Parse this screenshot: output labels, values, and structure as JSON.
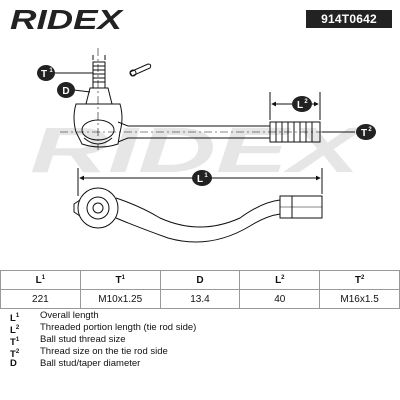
{
  "brand": {
    "name": "RIDEX",
    "color": "#222222"
  },
  "part_number": "914T0642",
  "watermark": "RIDEX",
  "drawing": {
    "callouts": [
      {
        "key": "T1",
        "label": "T",
        "sup": "1"
      },
      {
        "key": "D",
        "label": "D",
        "sup": ""
      },
      {
        "key": "L2",
        "label": "L",
        "sup": "2"
      },
      {
        "key": "T2",
        "label": "T",
        "sup": "2"
      },
      {
        "key": "L1",
        "label": "L",
        "sup": "1"
      }
    ]
  },
  "table": {
    "headers": [
      {
        "label": "L",
        "sup": "1"
      },
      {
        "label": "T",
        "sup": "1"
      },
      {
        "label": "D",
        "sup": ""
      },
      {
        "label": "L",
        "sup": "2"
      },
      {
        "label": "T",
        "sup": "2"
      }
    ],
    "values": [
      "221",
      "M10x1.25",
      "13.4",
      "40",
      "M16x1.5"
    ]
  },
  "legend": [
    {
      "label": "L",
      "sup": "1",
      "desc": "Overall length"
    },
    {
      "label": "L",
      "sup": "2",
      "desc": "Threaded portion length (tie rod side)"
    },
    {
      "label": "T",
      "sup": "1",
      "desc": "Ball stud thread size"
    },
    {
      "label": "T",
      "sup": "2",
      "desc": "Thread size on the tie rod side"
    },
    {
      "label": "D",
      "sup": "",
      "desc": "Ball stud/taper diameter"
    }
  ]
}
